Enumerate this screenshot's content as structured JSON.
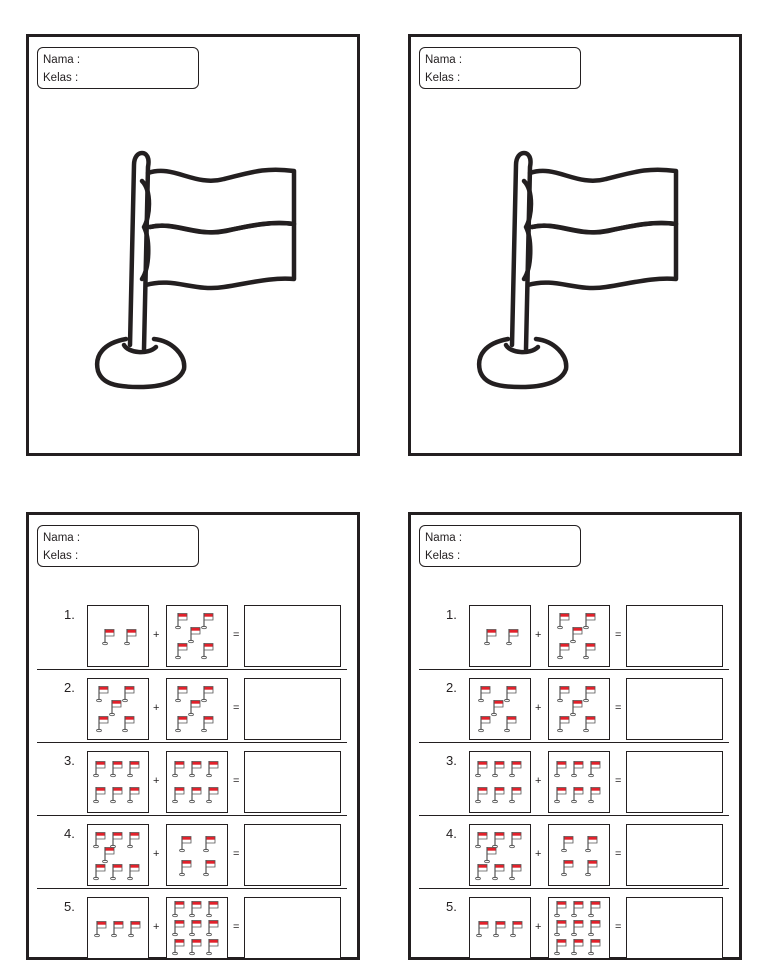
{
  "labels": {
    "nama": "Nama :",
    "kelas": "Kelas  :"
  },
  "exercises": [
    {
      "num": "1.",
      "a": 2,
      "b": 5,
      "plus": "+",
      "eq": "="
    },
    {
      "num": "2.",
      "a": 5,
      "b": 5,
      "plus": "+",
      "eq": "="
    },
    {
      "num": "3.",
      "a": 6,
      "b": 6,
      "plus": "+",
      "eq": "="
    },
    {
      "num": "4.",
      "a": 7,
      "b": 4,
      "plus": "+",
      "eq": "="
    },
    {
      "num": "5.",
      "a": 3,
      "b": 9,
      "plus": "+",
      "eq": "="
    }
  ],
  "colors": {
    "flag_red": "#e2212b",
    "ink": "#231f20"
  }
}
